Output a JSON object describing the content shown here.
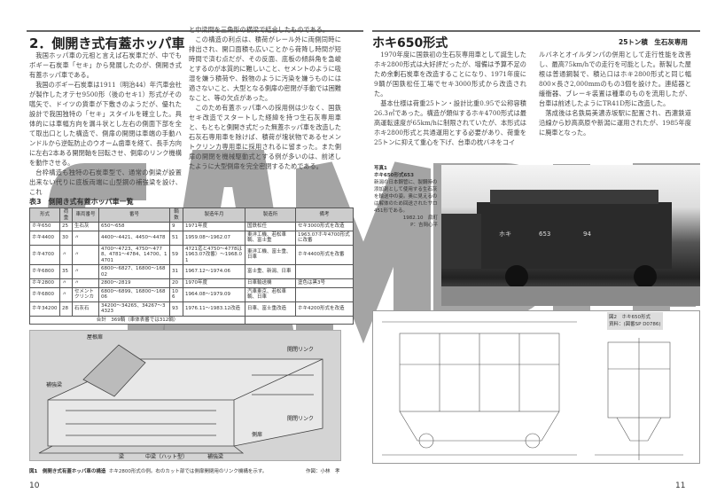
{
  "left": {
    "heading": "2．側開き式有蓋ホッパ車",
    "paragraphs": [
      "我国ホッパ車の元祖と言えば石炭車だが、中でもボギー石炭車「セキ」から発展したのが、側開き式有蓋ホッパ車である。",
      "我国のボギー石炭車は1911（明治44）年汽車会社が製作したオテセ9500形（後のセキ1）形式がその嚆矢で、ドイツの貨車が下敷きのようだが、優れた設計で我国独特の「セキ」スタイルを確立した。具体的には車幅方向を漏斗状とし左右の側面下部を全て取出口とした構造で、側扉の開閉は車端の手動ハンドルから逆転防止のウオーム歯車を経て、長手方向に左右2本ある開閉軸を回転させ、側扉のリンク機構を動作させる。",
      "台枠構造も独特の石炭車型で、通常の側梁が設置出来ない代りに底板両端に山型鋼の補強梁を設け、これ"
    ],
    "paragraphs2": [
      "と中梁間を三角形の横梁で結合したものである。",
      "この構造の利点は、積荷がレール外に両側同時に排出され、開口面積も広いことから荷降し時間が短時間で済む点だが、その反面、底板の傾斜角を急峻とするのが本質的に難しいこと、セメントのように吸湿を嫌う積荷や、穀物のように汚染を嫌うものには適さないこと、大型となる側扉の密閉が手動では困難なこと、等の欠点があった。",
      "このため有蓋ホッパ車への採用例は少なく、国鉄セキ改造でスタートした経緯を持つ生石灰専用車と、もともと側開き式だった無蓋ホッパ車を改造した石灰石専用車を除けば、積荷が塊状物であるセメントクリンカ専用車に採用されるに留まった。また側扉の開閉を機械駆動式とする例が多いのは、前述したように大型側扉を完全密閉するためである。"
    ],
    "table": {
      "caption": "表3　側開き式有蓋ホッパ車一覧",
      "headers": [
        "形式",
        "荷重",
        "車両番号",
        "番号",
        "輌数",
        "製造年月",
        "製造所",
        "備考"
      ],
      "rows": [
        [
          "ホキ650",
          "25",
          "生石灰",
          "650～658",
          "9",
          "1971年度",
          "国鉄松任",
          "セキ3000形式を改造"
        ],
        [
          "ホキ4400",
          "30",
          "〃",
          "4400～4421、4450～4478",
          "51",
          "1959.08～1962.07",
          "東洋工機、若松車輌、富士重",
          "1963.07ホキ4700形式に改番"
        ],
        [
          "ホキ4700",
          "〃",
          "〃",
          "4700～4723、4750～4778、4781～4784、14700、14701",
          "59",
          "4721迄と4750～4778は1963.07改番）～1968.01",
          "東洋工機、富士重、日車",
          "ホキ4400形式を改番"
        ],
        [
          "ホキ6800",
          "35",
          "〃",
          "6800～6827、16800～16802",
          "31",
          "1967.12～1974.06",
          "富士重、新潟、日車",
          ""
        ],
        [
          "ホキ2800",
          "〃",
          "〃",
          "2800～2819",
          "20",
          "1970年度",
          "日車輸送機",
          "塗色は黒3号"
        ],
        [
          "ホキ6800",
          "〃",
          "セメントクリンカ",
          "6800～6899、16800～16806",
          "106",
          "1964.08～1979.09",
          "汽車東京、若松車輌、日車",
          ""
        ],
        [
          "ホキ34200",
          "28",
          "石灰石",
          "34200～34265、34267～34323",
          "93",
          "1976.11～1983.12改造",
          "日車、富士重改造",
          "ホキ4200形式を改造"
        ]
      ],
      "total": "合計　369輌（車体表番では312輌）"
    },
    "figure_labels": [
      "屋根扉",
      "補強梁",
      "開閉リンク",
      "側扉",
      "梁",
      "中梁（ハット型）",
      "補強梁",
      "開閉リンク"
    ],
    "figure_caption_title": "図1　側開き式有蓋ホッパ車の構造",
    "figure_caption": "ホキ2800形式の例。右のカット部では側扉開閉用のリンク機構を示す。",
    "figure_credit": "作図：小林　孝",
    "page_number": "10"
  },
  "right": {
    "heading": "ホキ650形式",
    "subheading": "25トン積　生石灰専用",
    "paragraphs": [
      "1970年度に国鉄初の生石灰専用車として誕生したホキ2800形式は大好評だったが、増備は予算不足のため余剰石炭車を改造することになり、1971年度に9輌が国鉄松任工場でセキ3000形式から改造された。",
      "基本仕様は荷重25トン・設計比重0.95で公称容積26.3㎥であった。構造が類似するホキ4700形式は最高運転速度が65km/hに制限されていたが、本形式はホキ2800形式と共通運用とする必要があり、荷重を25トンに抑えて重心を下げ、台車の枕バネをコイ"
    ],
    "paragraphs2": [
      "ルバネとオイルダンパの併用として走行性能を改善し、最高75km/hでの走行を可能とした。新製した屋根は普通鋼製で、積込口はホキ2800形式と同じ幅800×長さ2,000mmのもの3個を設けた。連結器と緩衝器、ブレーキ装置は種車のものを流用したが、台車は前述したようにTR41D形に改造した。",
      "落成後は名鉄局美濃赤坂駅に配置され、西濃鉄道沿線から妙高高原や新潟に運用されたが、1985年度に廃車となった。"
    ],
    "photo_caption_title": "写真1",
    "photo_caption_sub": "ホキ650形式653",
    "photo_caption": "新潟の日本鋼管に、製鋼時の添加剤として使用する生石灰を輸送中の姿。奥に見えるのは解体のため回送されたサロ451形である。",
    "photo_date": "1982.10　扇町",
    "photo_credit": "P：吉岡心平",
    "photo_car_marks": [
      "ホキ",
      "653",
      "94"
    ],
    "figure_caption_title": "図2　ホキ650形式",
    "figure_caption": "資料：(図番SP D0786)",
    "page_number": "11"
  },
  "watermark": "SAMPLE"
}
